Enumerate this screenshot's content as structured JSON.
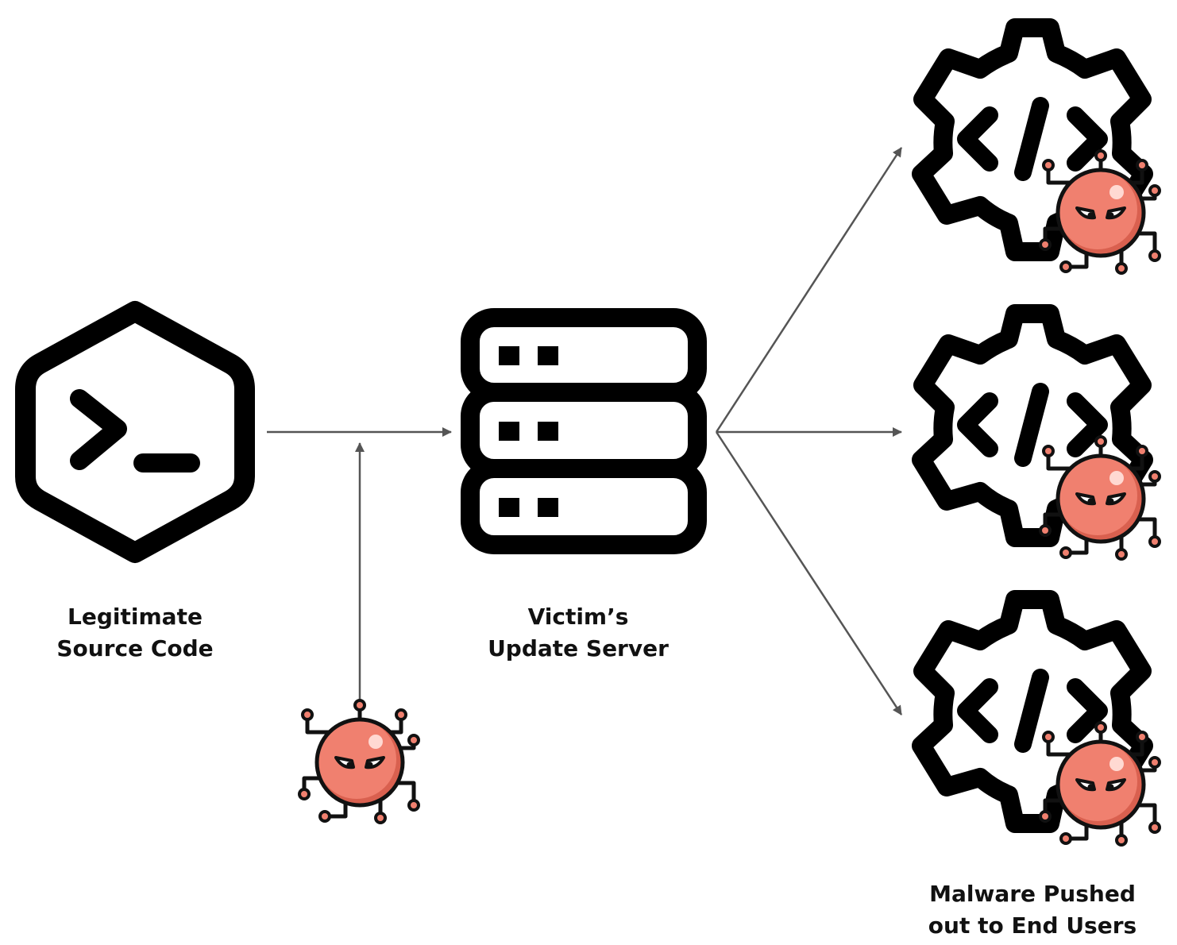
{
  "nodes": {
    "source": {
      "line1": "Legitimate",
      "line2": "Source Code",
      "icon": "terminal-hexagon-icon"
    },
    "server": {
      "line1": "Victim’s",
      "line2": "Update Server",
      "icon": "server-stack-icon"
    },
    "users": {
      "line1": "Malware Pushed",
      "line2": "out to End Users",
      "icon": "infected-gear-icon"
    },
    "attacker": {
      "icon": "malware-bug-icon"
    }
  },
  "colors": {
    "stroke": "#000000",
    "arrow": "#555555",
    "bug_body": "#f0806f",
    "bug_shade": "#d9604f",
    "bug_outline": "#111111"
  },
  "edges": [
    {
      "from": "source",
      "to": "server"
    },
    {
      "from": "attacker",
      "to": "source-server-edge"
    },
    {
      "from": "server",
      "to": "users"
    },
    {
      "from": "server",
      "to": "users"
    },
    {
      "from": "server",
      "to": "users"
    }
  ]
}
